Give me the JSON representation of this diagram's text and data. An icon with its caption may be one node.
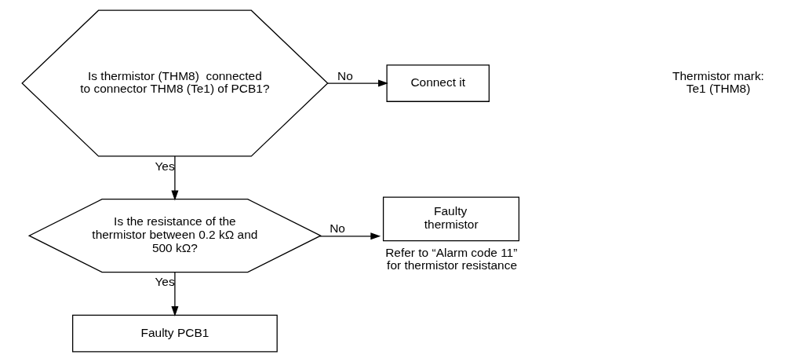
{
  "diagram": {
    "nodes": [
      {
        "text": [
          "Is thermistor (THM8)  connected to connector THM8 (Te1) of PCB1?"
        ]
      },
      {
        "text": [
          "Connect it"
        ]
      },
      {
        "text": [
          "Is the resistance of the thermistor between 0.2 kΩ and 500 kΩ?"
        ]
      },
      {
        "text": [
          "Faulty thermistor"
        ],
        "beside": [
          "Refer to “Alarm code 11” for thermistor resistance"
        ]
      },
      {
        "text": [
          "Faulty PCB1"
        ]
      }
    ],
    "edges": [
      {
        "from": 0,
        "to": 1,
        "arrow": "to",
        "label": "No"
      },
      {
        "from": 0,
        "to": 2,
        "arrow": "to",
        "label": "Yes"
      },
      {
        "from": 2,
        "to": 3,
        "arrow": "to",
        "label": "No"
      },
      {
        "from": 2,
        "to": 4,
        "arrow": "to",
        "label": "Yes"
      }
    ],
    "labels": [
      "Thermistor mark: Te1 (THM8)"
    ]
  }
}
